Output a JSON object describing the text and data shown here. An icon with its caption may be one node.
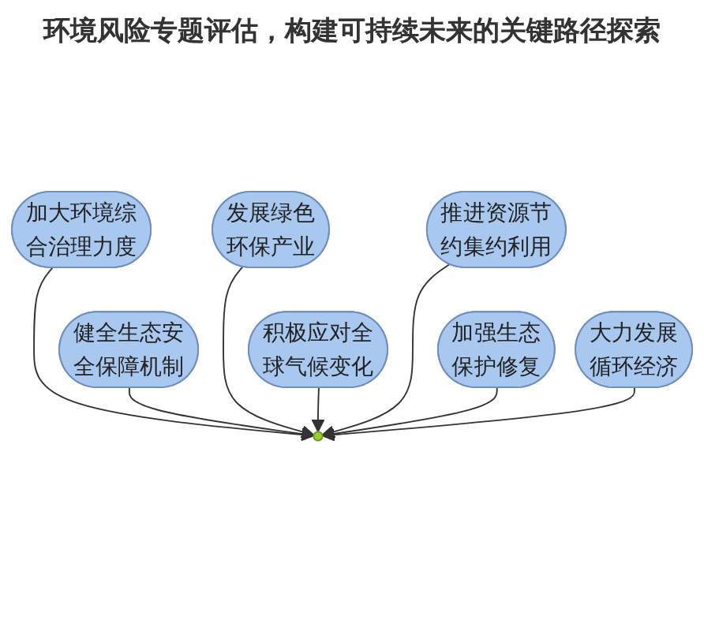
{
  "diagram": {
    "title": "环境风险专题评估，构建可持续未来的关键路径探索",
    "nodes": [
      {
        "text": [
          "加大环境综合治理力度"
        ]
      },
      {
        "text": [
          "发展绿色环保产业"
        ]
      },
      {
        "text": [
          "推进资源节约集约利用"
        ]
      },
      {
        "text": [],
        "shape": "circle"
      },
      {
        "text": [
          "健全生态安全保障机制"
        ]
      },
      {
        "text": [
          "积极应对全球气候变化"
        ]
      },
      {
        "text": [
          "加强生态保护修复"
        ]
      },
      {
        "text": [
          "大力发展循环经济"
        ]
      }
    ],
    "edges": [
      {
        "from": 0,
        "to": 3,
        "arrow": "to"
      },
      {
        "from": 1,
        "to": 3,
        "arrow": "to"
      },
      {
        "from": 2,
        "to": 3,
        "arrow": "to"
      },
      {
        "from": 4,
        "to": 3,
        "arrow": "to"
      },
      {
        "from": 5,
        "to": 3,
        "arrow": "to"
      },
      {
        "from": 6,
        "to": 3,
        "arrow": "to"
      },
      {
        "from": 7,
        "to": 3,
        "arrow": "to"
      }
    ]
  }
}
